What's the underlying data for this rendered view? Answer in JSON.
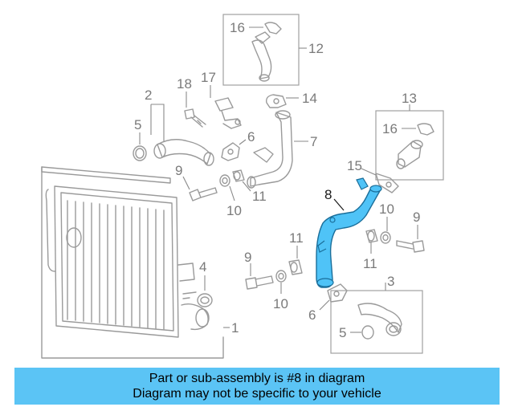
{
  "diagram": {
    "callouts": {
      "c1": "1",
      "c2": "2",
      "c3": "3",
      "c4": "4",
      "c5a": "5",
      "c5b": "5",
      "c6a": "6",
      "c6b": "6",
      "c7": "7",
      "c8": "8",
      "c9a": "9",
      "c9b": "9",
      "c9c": "9",
      "c10a": "10",
      "c10b": "10",
      "c10c": "10",
      "c11a": "11",
      "c11b": "11",
      "c11c": "11",
      "c12": "12",
      "c13": "13",
      "c14": "14",
      "c15": "15",
      "c16a": "16",
      "c16b": "16",
      "c17": "17",
      "c18": "18"
    },
    "highlight_color": "#4fc3f7",
    "line_color": "#9a9a9a"
  },
  "banner": {
    "line1": "Part or sub-assembly is #8 in diagram",
    "line2": "Diagram may not be specific to your vehicle",
    "background": "#5bc4f5"
  }
}
